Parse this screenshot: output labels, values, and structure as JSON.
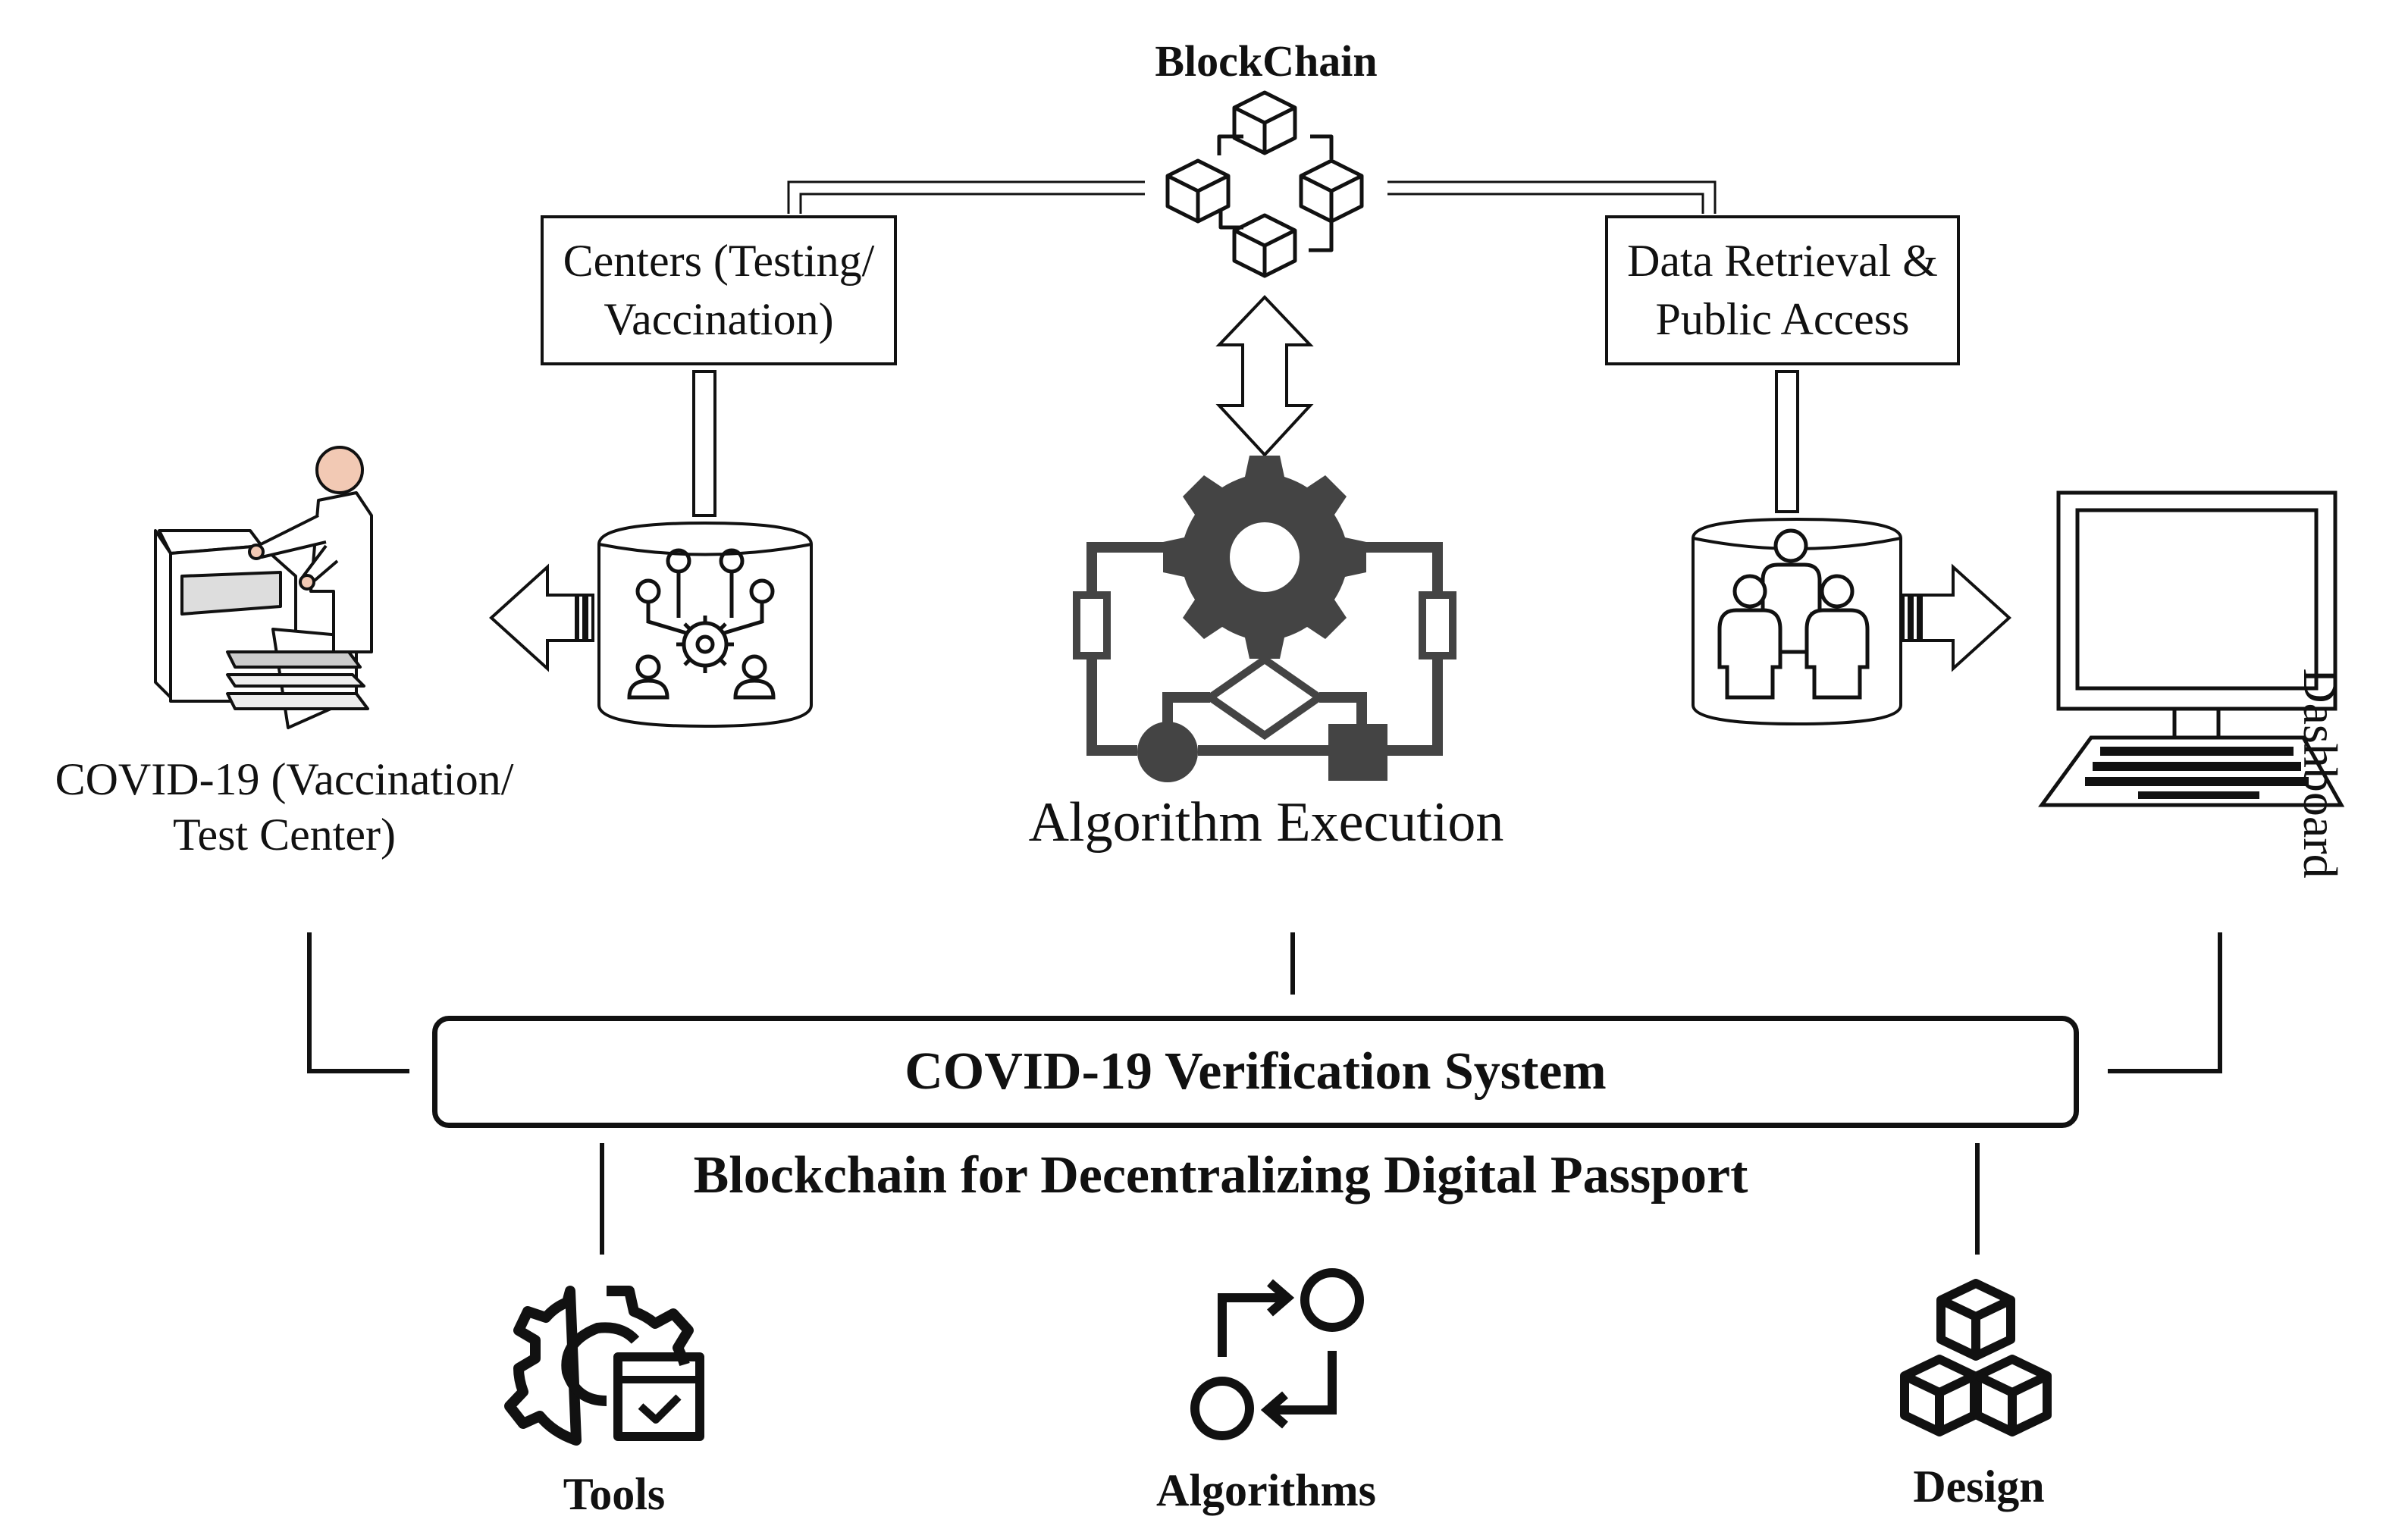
{
  "blockchain": {
    "title": "BlockChain"
  },
  "centers_box": {
    "line1": "Centers (Testing/",
    "line2": "Vaccination)"
  },
  "retrieval_box": {
    "line1": "Data Retrieval &",
    "line2": "Public Access"
  },
  "test_center": {
    "line1": "COVID-19 (Vaccination/",
    "line2": "Test Center)"
  },
  "algorithm_execution": {
    "label": "Algorithm Execution"
  },
  "dashboard": {
    "label": "Dashboard"
  },
  "system": {
    "title": "COVID-19 Verification System",
    "subtitle": "Blockchain for Decentralizing Digital Passport"
  },
  "bottom": {
    "tools": "Tools",
    "algorithms": "Algorithms",
    "design": "Design"
  },
  "icons": [
    "blockchain-cubes-icon",
    "operator-at-machine-icon",
    "network-gear-people-icon",
    "gear-flowchart-icon",
    "group-people-icon",
    "computer-monitor-icon",
    "gear-calendar-check-icon",
    "swap-arrows-circles-icon",
    "stacked-cubes-icon"
  ],
  "colors": {
    "line": "#111111",
    "icon_fill": "#444444",
    "skin": "#f2c9b4"
  }
}
